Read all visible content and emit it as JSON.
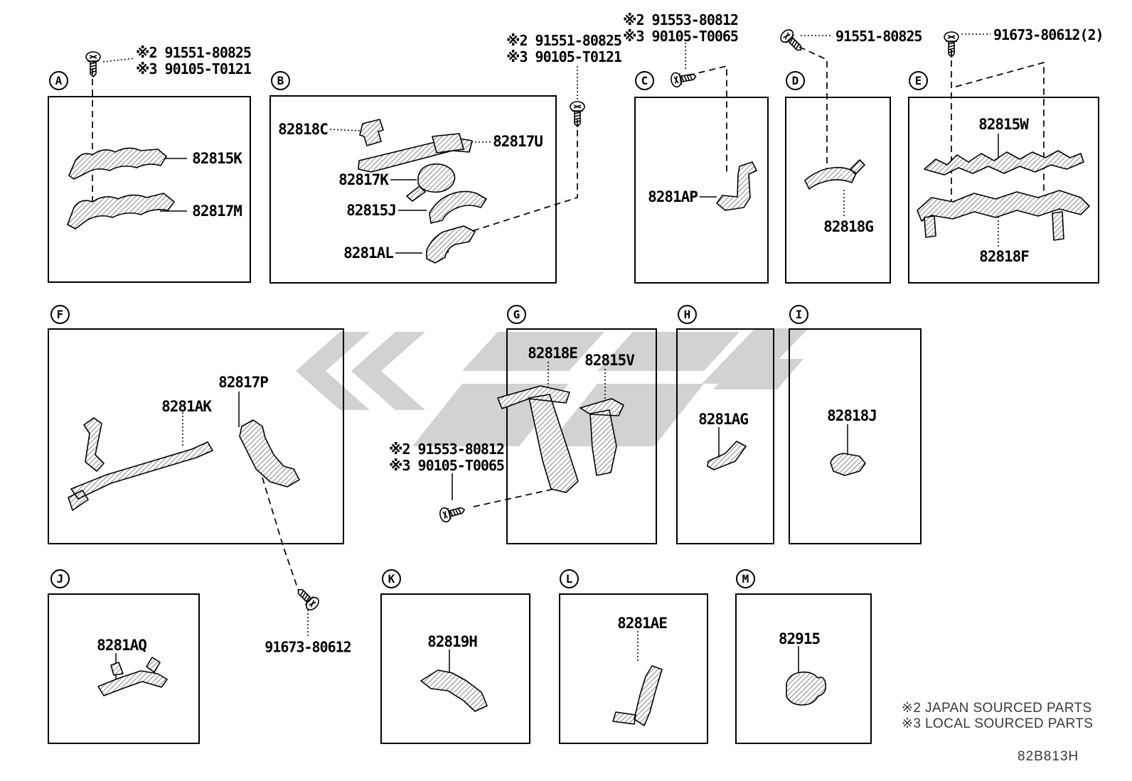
{
  "boxes": [
    {
      "letter": "A",
      "parts": [
        {
          "label": "82815K"
        },
        {
          "label": "82817M"
        }
      ]
    },
    {
      "letter": "B",
      "parts": [
        {
          "label": "82818C"
        },
        {
          "label": "82817U"
        },
        {
          "label": "82817K"
        },
        {
          "label": "82815J"
        },
        {
          "label": "8281AL"
        }
      ]
    },
    {
      "letter": "C",
      "parts": [
        {
          "label": "8281AP"
        }
      ]
    },
    {
      "letter": "D",
      "parts": [
        {
          "label": "82818G"
        }
      ]
    },
    {
      "letter": "E",
      "parts": [
        {
          "label": "82815W"
        },
        {
          "label": "82818F"
        }
      ]
    },
    {
      "letter": "F",
      "parts": [
        {
          "label": "8281AK"
        },
        {
          "label": "82817P"
        }
      ]
    },
    {
      "letter": "G",
      "parts": [
        {
          "label": "82818E"
        },
        {
          "label": "82815V"
        }
      ]
    },
    {
      "letter": "H",
      "parts": [
        {
          "label": "8281AG"
        }
      ]
    },
    {
      "letter": "I",
      "parts": [
        {
          "label": "82818J"
        }
      ]
    },
    {
      "letter": "J",
      "parts": [
        {
          "label": "8281AQ"
        }
      ]
    },
    {
      "letter": "K",
      "parts": [
        {
          "label": "82819H"
        }
      ]
    },
    {
      "letter": "L",
      "parts": [
        {
          "label": "8281AE"
        }
      ]
    },
    {
      "letter": "M",
      "parts": [
        {
          "label": "82915"
        }
      ]
    }
  ],
  "fasteners": [
    {
      "lines": [
        "※2 91551-80825",
        "※3 90105-T0121"
      ]
    },
    {
      "lines": [
        "※2 91551-80825",
        "※3 90105-T0121"
      ]
    },
    {
      "lines": [
        "※2 91553-80812",
        "※3 90105-T0065"
      ]
    },
    {
      "lines": [
        "91551-80825"
      ]
    },
    {
      "lines": [
        "91673-80612(2)"
      ]
    },
    {
      "lines": [
        "※2 91553-80812",
        "※3 90105-T0065"
      ]
    },
    {
      "lines": [
        "91673-80612"
      ]
    }
  ],
  "legend": {
    "lines": [
      "※2 JAPAN SOURCED PARTS",
      "※3 LOCAL SOURCED PARTS"
    ]
  },
  "diagram_code": "82B813H",
  "icons": {
    "fastener": "screw-bolt"
  },
  "colors": {
    "line": "#000000",
    "watermark": "#c7c7c7",
    "legend_text": "#3a3a3a"
  }
}
